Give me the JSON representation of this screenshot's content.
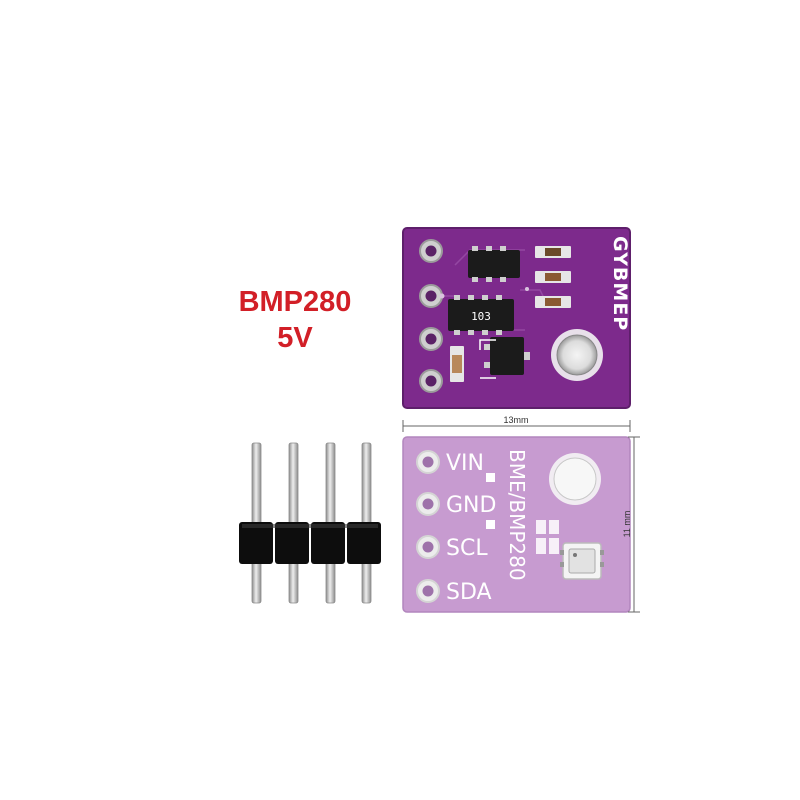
{
  "title": {
    "model": "BMP280",
    "voltage": "5V"
  },
  "front_board": {
    "silkscreen": "GYBMEP",
    "chip_marking": "103"
  },
  "back_board": {
    "pins": [
      "VIN",
      "GND",
      "SCL",
      "SDA"
    ],
    "silkscreen": "BME/BMP280"
  },
  "dimensions": {
    "width": "13mm",
    "height": "11 mm"
  },
  "colors": {
    "front_pcb": "#7d2a8c",
    "back_pcb": "#c79bd0",
    "title_text": "#d21f27",
    "header_plastic": "#0d0d0d",
    "header_pins": "#b9b9b9"
  }
}
